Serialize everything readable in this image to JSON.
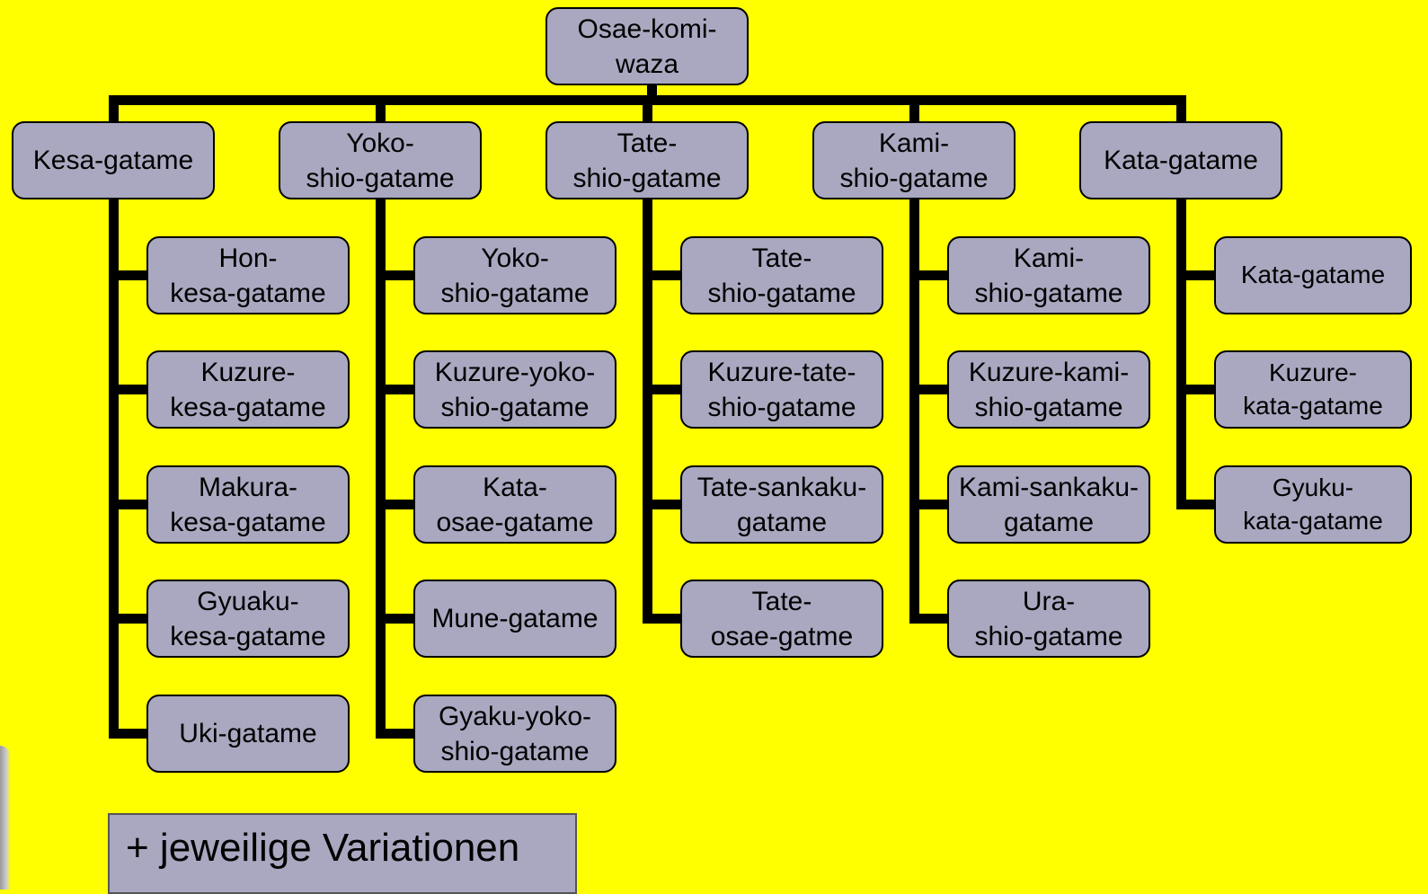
{
  "root": "Osae-komi-waza",
  "groups": [
    {
      "label": "Kesa-gatame",
      "items": [
        "Hon-\nkesa-gatame",
        "Kuzure-\nkesa-gatame",
        "Makura-\nkesa-gatame",
        "Gyuaku-\nkesa-gatame",
        "Uki-gatame"
      ]
    },
    {
      "label": "Yoko-\nshio-gatame",
      "items": [
        "Yoko-\nshio-gatame",
        "Kuzure-yoko-\nshio-gatame",
        "Kata-\nosae-gatame",
        "Mune-gatame",
        "Gyaku-yoko-\nshio-gatame"
      ]
    },
    {
      "label": "Tate-\nshio-gatame",
      "items": [
        "Tate-\nshio-gatame",
        "Kuzure-tate-\nshio-gatame",
        "Tate-sankaku-\ngatame",
        "Tate-\nosae-gatme"
      ]
    },
    {
      "label": "Kami-\nshio-gatame",
      "items": [
        "Kami-\nshio-gatame",
        "Kuzure-kami-\nshio-gatame",
        "Kami-sankaku-\ngatame",
        "Ura-\nshio-gatame"
      ]
    },
    {
      "label": "Kata-gatame",
      "items": [
        "Kata-gatame",
        "Kuzure-\nkata-gatame",
        "Gyuku-\nkata-gatame"
      ]
    }
  ],
  "note": "+ jeweilige Variationen"
}
